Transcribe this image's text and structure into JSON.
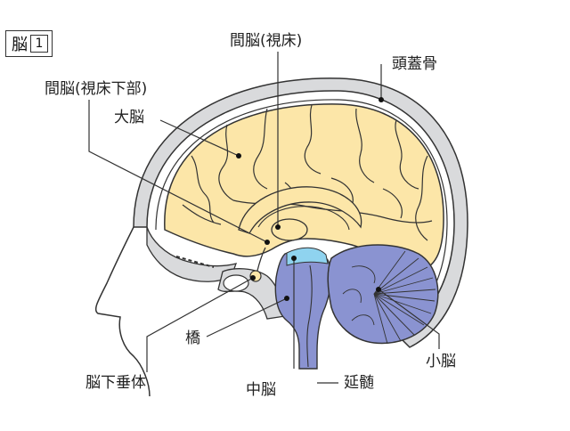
{
  "title": {
    "text": "脳",
    "number": "1"
  },
  "labels": {
    "diencephalon": "間脳(視床)",
    "skull": "頭蓋骨",
    "hypothalamus": "間脳(視床下部)",
    "cerebrum": "大脳",
    "pons": "橋",
    "pituitary": "脳下垂体",
    "midbrain": "中脳",
    "medulla": "延髄",
    "cerebellum": "小脳"
  },
  "colors": {
    "cerebrum": "#fce6a8",
    "brainstem": "#8a93d1",
    "midbrain_highlight": "#8fd3ef",
    "skull": "#d9dadc",
    "outline": "#333333"
  }
}
